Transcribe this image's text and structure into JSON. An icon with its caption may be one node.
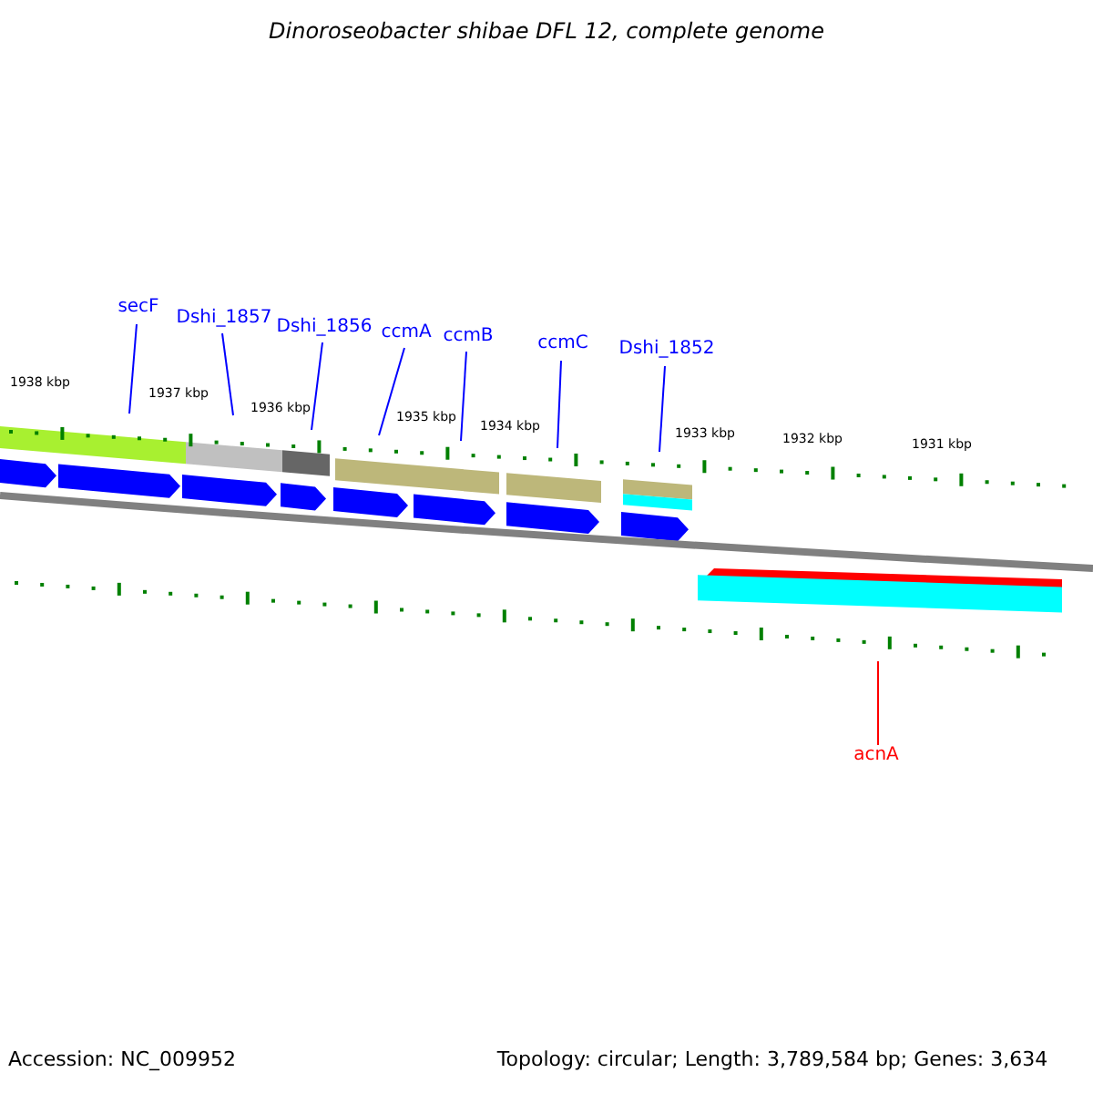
{
  "diagram": {
    "title": "Dinoroseobacter shibae DFL 12, complete genome",
    "nodes": [
      {
        "text": [
          "secF"
        ]
      },
      {
        "text": [
          "Dshi_1857"
        ]
      },
      {
        "text": [
          "Dshi_1856"
        ]
      },
      {
        "text": [
          "ccmA"
        ]
      },
      {
        "text": [
          "ccmB"
        ]
      },
      {
        "text": [
          "ccmC"
        ]
      },
      {
        "text": [
          "Dshi_1852"
        ]
      },
      {
        "text": [
          "acnA"
        ]
      }
    ],
    "edges": [
      {
        "from": 0,
        "to": null,
        "arrow": "none"
      },
      {
        "from": 1,
        "to": null,
        "arrow": "none"
      },
      {
        "from": 2,
        "to": null,
        "arrow": "none"
      },
      {
        "from": 3,
        "to": null,
        "arrow": "none"
      },
      {
        "from": 4,
        "to": null,
        "arrow": "none"
      },
      {
        "from": 5,
        "to": null,
        "arrow": "none"
      },
      {
        "from": 6,
        "to": null,
        "arrow": "none"
      },
      {
        "from": 7,
        "to": null,
        "arrow": "none",
        "color": "#ff0000"
      }
    ],
    "labels": [
      "1938 kbp",
      "1937 kbp",
      "1936 kbp",
      "1935 kbp",
      "1934 kbp",
      "1933 kbp",
      "1932 kbp",
      "1931 kbp",
      "Accession: NC_009952",
      "Topology: circular; Length: 3,789,584 bp; Genes: 3,634"
    ]
  }
}
